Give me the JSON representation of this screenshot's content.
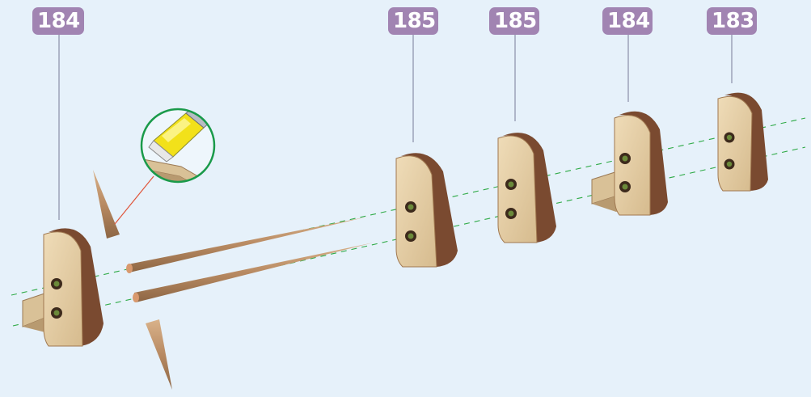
{
  "labels": {
    "part_a": "184",
    "part_b": "185",
    "part_c": "185",
    "part_d": "184",
    "part_e": "183"
  },
  "colors": {
    "background": "#e6f1fa",
    "badge": "#a184b2",
    "guide_line": "#2eaa46",
    "callout_ring": "#1a9a4a",
    "wood_light": "#e3cca4",
    "wood_dark": "#7a4a30",
    "dowel": "#b88a62",
    "leader_line": "#8a8fa8",
    "glue": "#f2e11a"
  },
  "icons": [
    "glue-applicator-icon"
  ]
}
